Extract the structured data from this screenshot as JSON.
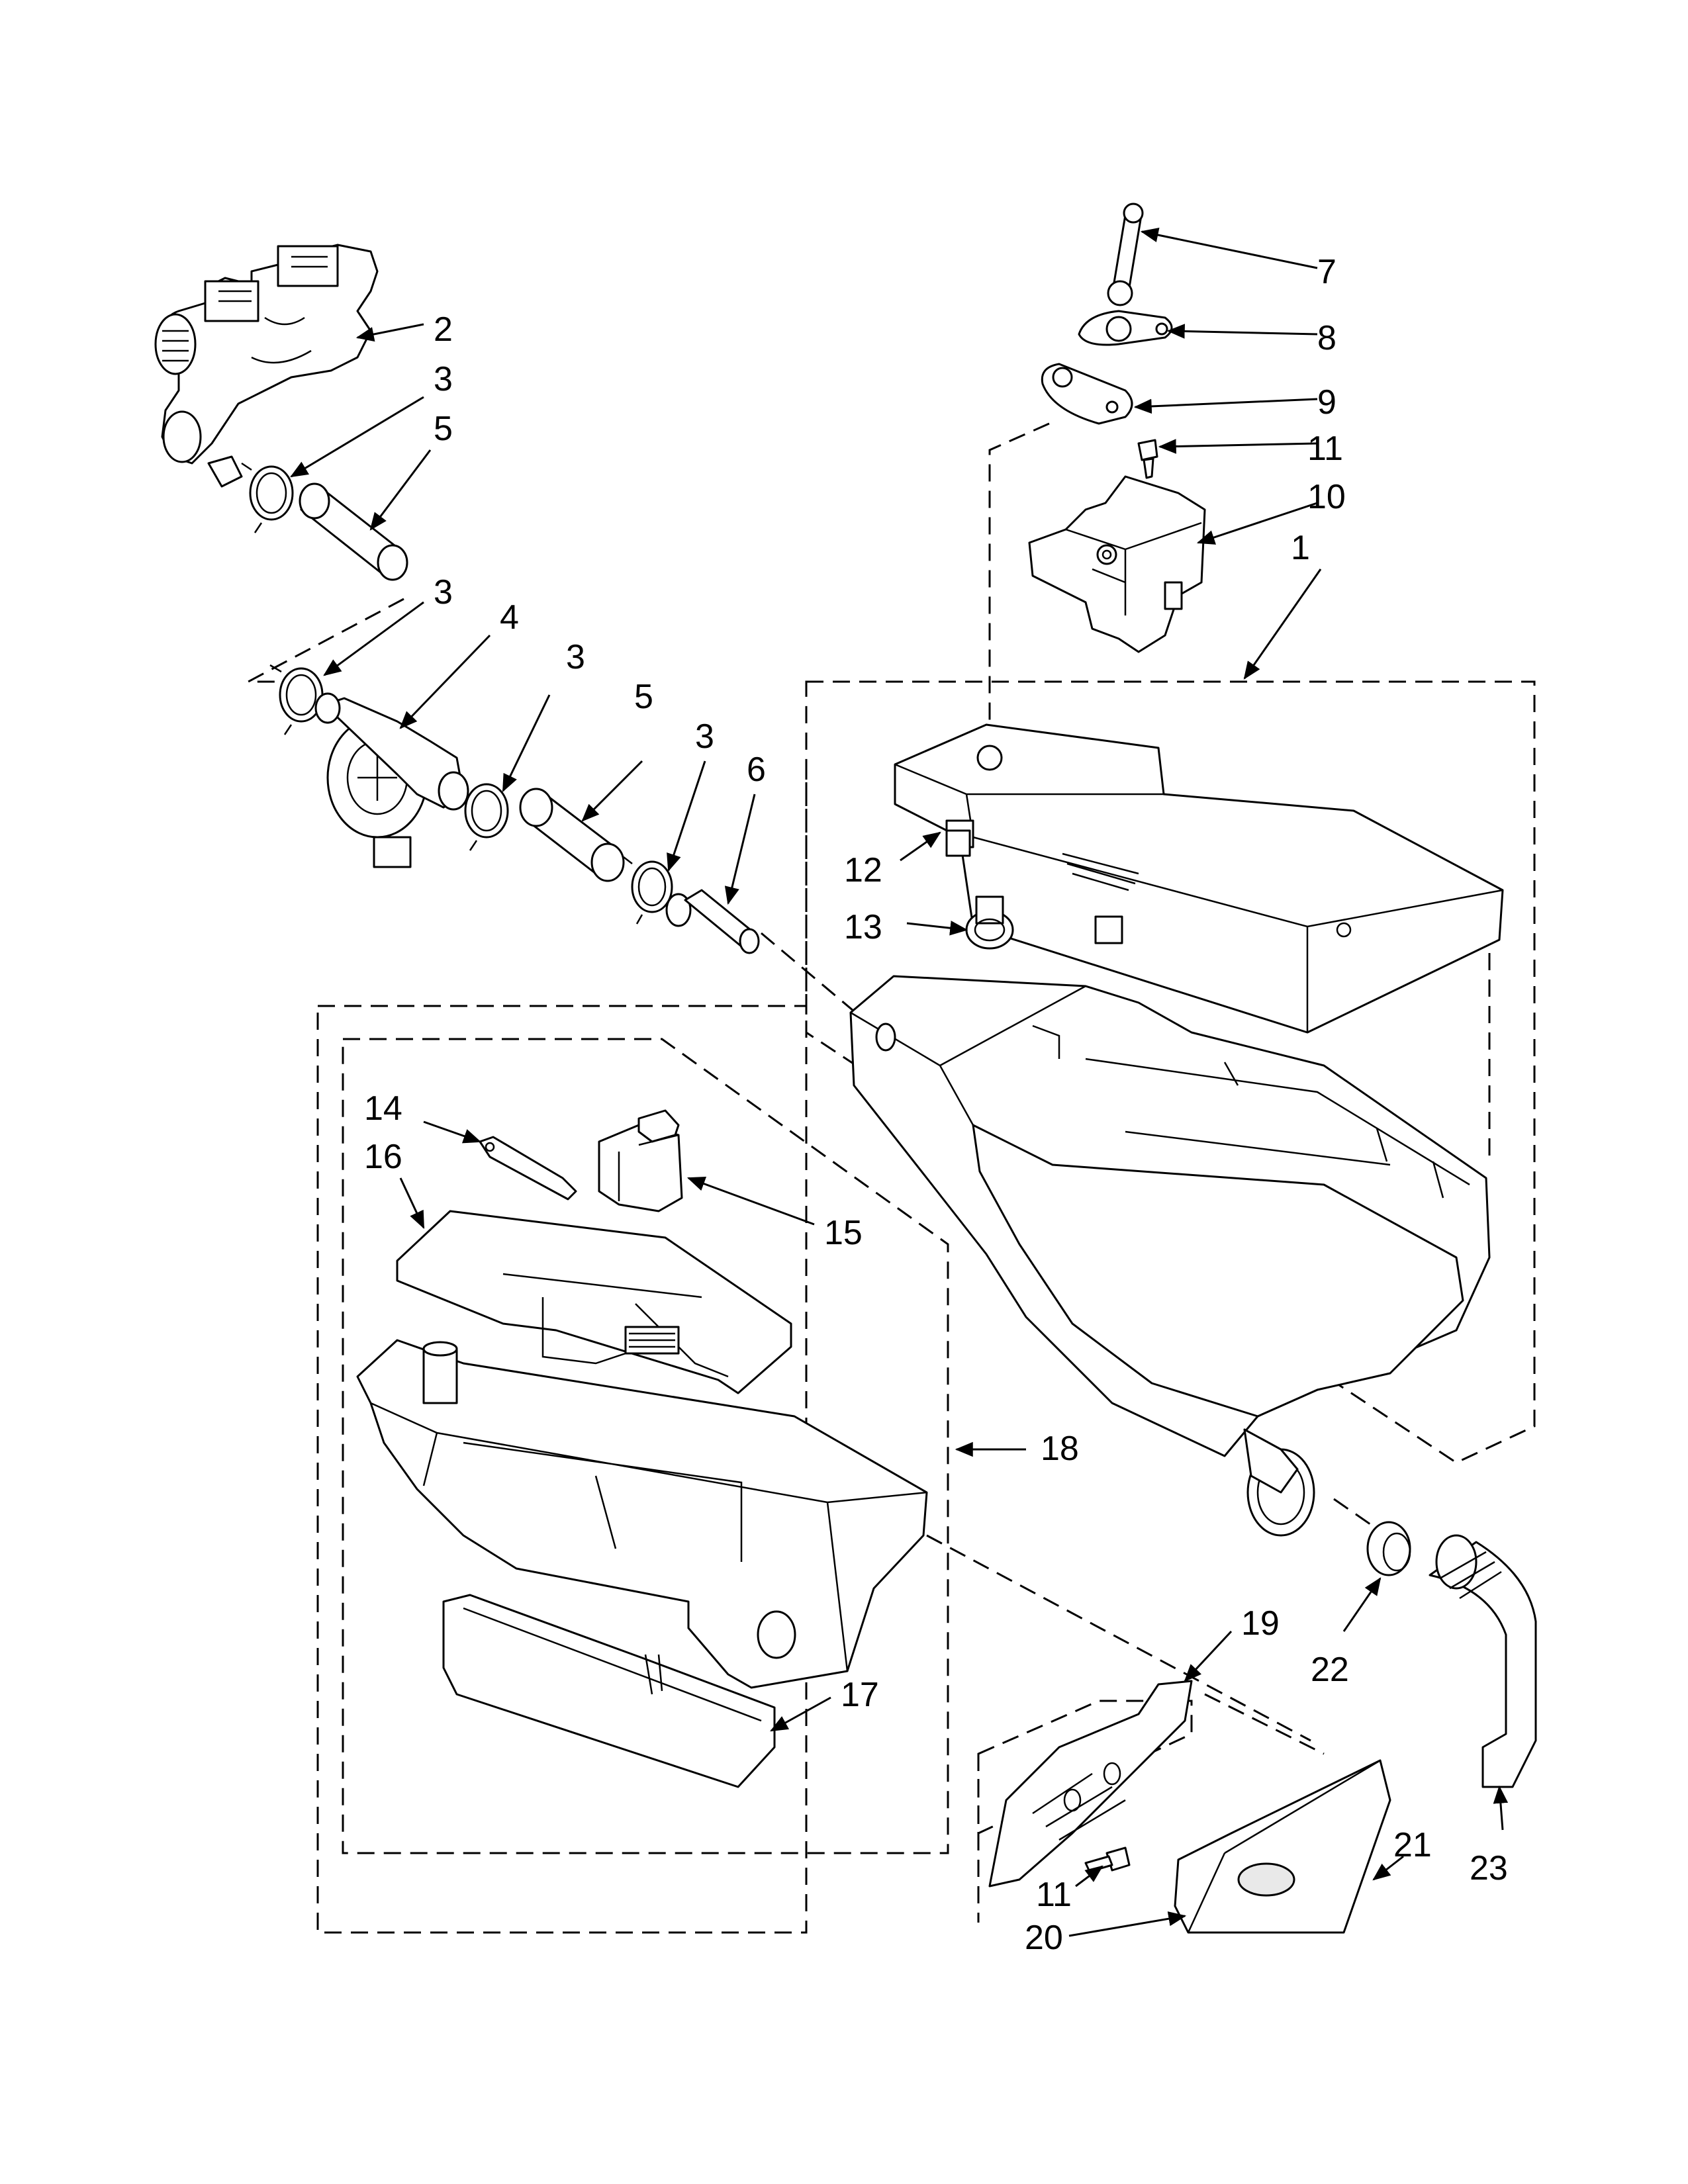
{
  "diagram": {
    "callouts": {
      "c1": "1",
      "c2": "2",
      "c3a": "3",
      "c3b": "3",
      "c3c": "3",
      "c3d": "3",
      "c4": "4",
      "c5a": "5",
      "c5b": "5",
      "c6": "6",
      "c7": "7",
      "c8": "8",
      "c9": "9",
      "c10": "10",
      "c11a": "11",
      "c11b": "11",
      "c12": "12",
      "c13": "13",
      "c14": "14",
      "c15": "15",
      "c16": "16",
      "c17": "17",
      "c18": "18",
      "c19": "19",
      "c20": "20",
      "c21": "21",
      "c22": "22",
      "c23": "23"
    },
    "colors": {
      "line": "#000000",
      "background": "#ffffff",
      "shade": "#e9e9e9"
    }
  }
}
